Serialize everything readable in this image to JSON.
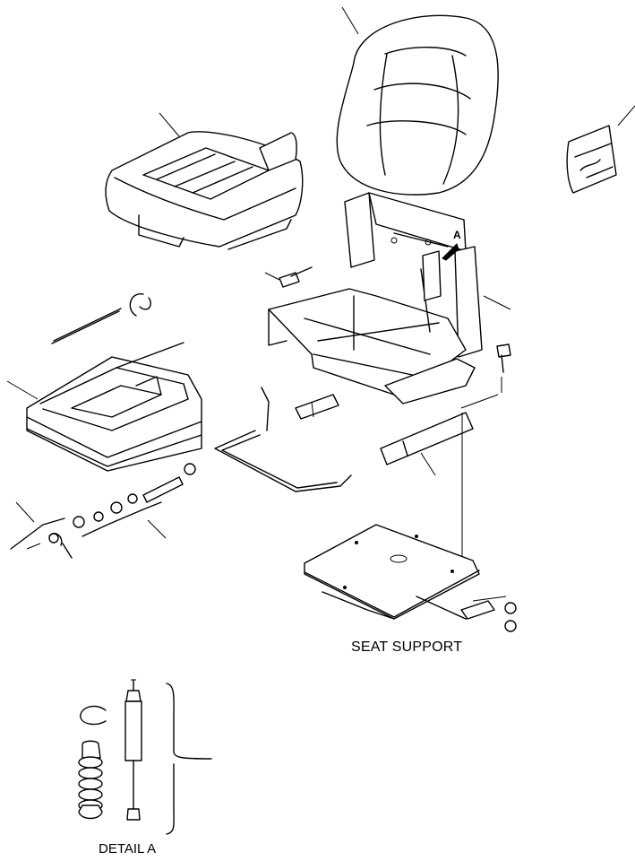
{
  "labels": {
    "seat_support": "SEAT SUPPORT",
    "detail_a": "DETAIL A",
    "callout_a": "A"
  }
}
